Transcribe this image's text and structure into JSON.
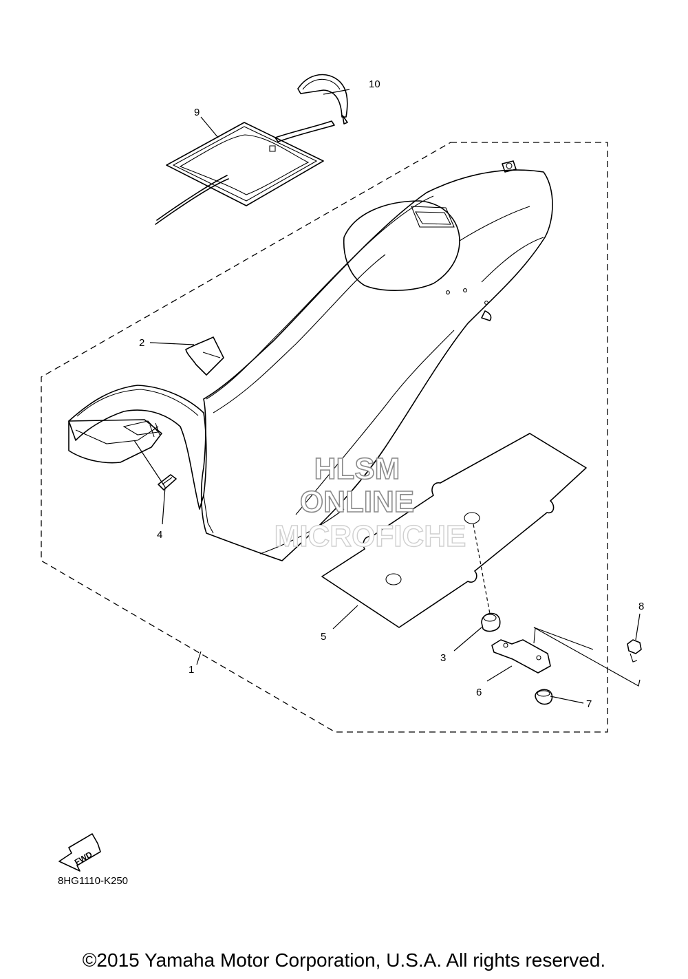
{
  "callouts": {
    "c1": "1",
    "c2": "2",
    "c3": "3",
    "c4": "4",
    "c5": "5",
    "c6": "6",
    "c7": "7",
    "c8": "8",
    "c9": "9",
    "c10": "10"
  },
  "watermark": {
    "line1": "HLSM",
    "line2": "ONLINE",
    "line3": "MICROFICHE"
  },
  "fwd_label": "FWD",
  "drawing_code": "8HG1110-K250",
  "copyright": "©2015 Yamaha Motor Corporation, U.S.A. All rights reserved."
}
